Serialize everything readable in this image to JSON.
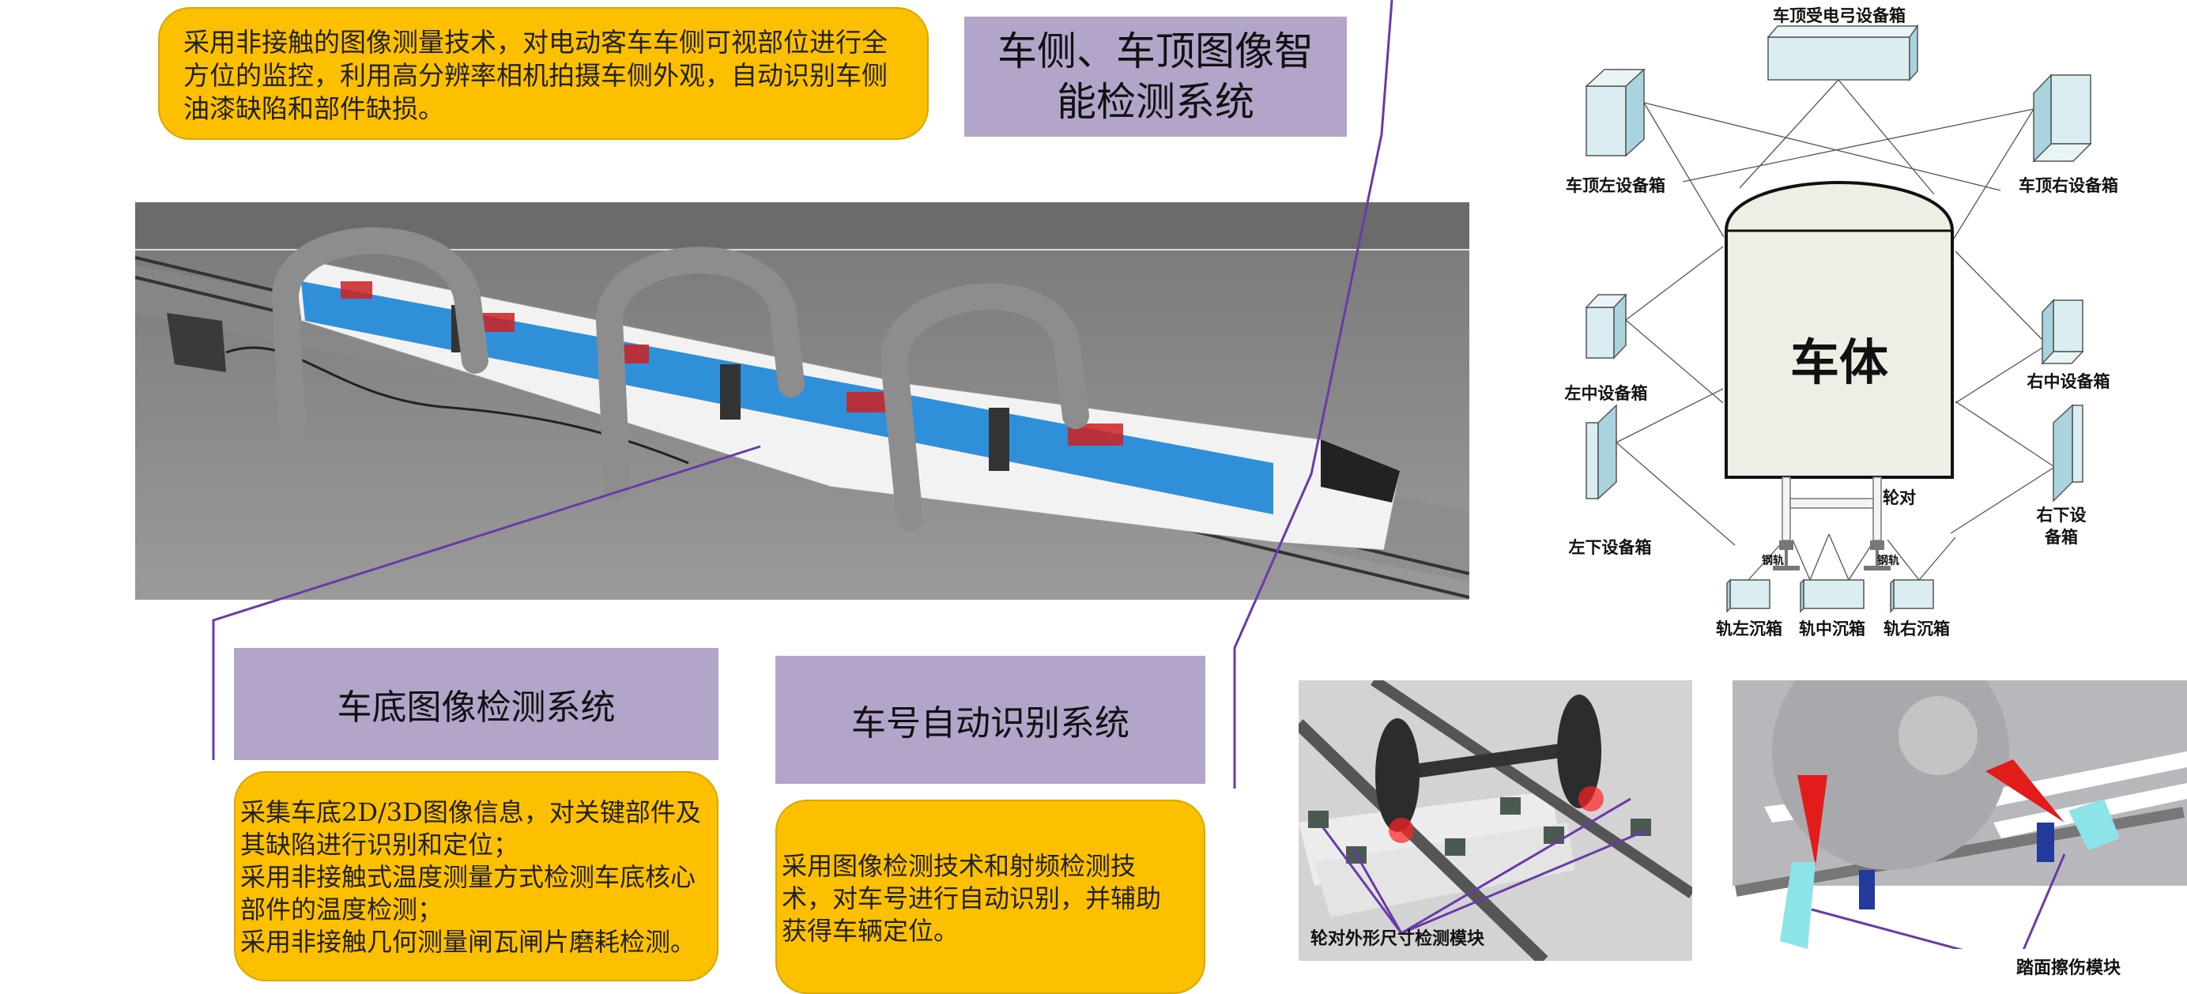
{
  "side_roof": {
    "title_lines": [
      "车侧、车顶图像智",
      "能检测系统"
    ],
    "description_lines": [
      "采用非接触的图像测量技术，对电动客车车侧可视部位进行全",
      "方位的监控，利用高分辨率相机拍摄车侧外观，自动识别车侧",
      "油漆缺陷和部件缺损。"
    ]
  },
  "underbody": {
    "title": "车底图像检测系统",
    "description_lines": [
      "采集车底2D/3D图像信息，对关键部件及",
      "其缺陷进行识别和定位；",
      "采用非接触式温度测量方式检测车底核心",
      "部件的温度检测；",
      "采用非接触几何测量闸瓦闸片磨耗检测。"
    ]
  },
  "car_number": {
    "title": "车号自动识别系统",
    "description_lines": [
      "采用图像检测技术和射频检测技",
      "术，对车号进行自动识别，并辅助",
      "获得车辆定位。"
    ]
  },
  "layout_diagram": {
    "car_body": "车体",
    "wheelset": "轮对",
    "rail": "钢轨",
    "boxes": {
      "roof_pantograph": "车顶受电弓设备箱",
      "roof_left": "车顶左设备箱",
      "roof_right": "车顶右设备箱",
      "left_mid": "左中设备箱",
      "right_mid": "右中设备箱",
      "left_low": "左下设备箱",
      "right_low_1": "右下设",
      "right_low_2": "备箱",
      "track_left": "轨左沉箱",
      "track_mid": "轨中沉箱",
      "track_right": "轨右沉箱"
    }
  },
  "photos": {
    "wheelset_module": "轮对外形尺寸检测模块",
    "tread_module": "踏面擦伤模块"
  },
  "colors": {
    "yellow": "#fcc000",
    "purple": "#b2a5c9",
    "callout_line": "#6a3aa8",
    "train_blue": "#2f8fd8"
  }
}
